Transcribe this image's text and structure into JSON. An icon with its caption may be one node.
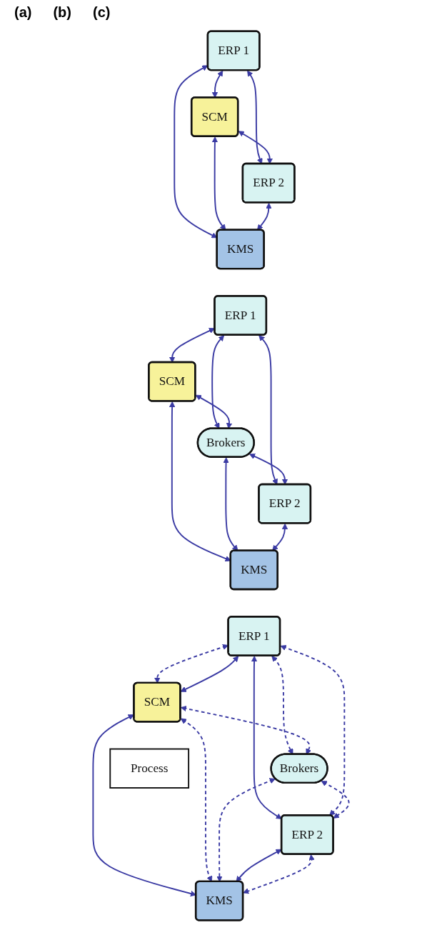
{
  "diagram": {
    "nodes": [
      {
        "text": [
          "ERP 1"
        ]
      },
      {
        "text": [
          "SCM"
        ]
      },
      {
        "text": [
          "ERP 2"
        ]
      },
      {
        "text": [
          "KMS"
        ]
      },
      {
        "text": [
          "ERP 1"
        ]
      },
      {
        "text": [
          "SCM"
        ]
      },
      {
        "text": [
          "Brokers"
        ]
      },
      {
        "text": [
          "ERP 2"
        ]
      },
      {
        "text": [
          "KMS"
        ]
      },
      {
        "text": [
          "ERP 1"
        ]
      },
      {
        "text": [
          "SCM"
        ]
      },
      {
        "text": [
          "Brokers"
        ]
      },
      {
        "text": [
          "ERP 2"
        ]
      },
      {
        "text": [
          "KMS"
        ]
      },
      {
        "text": [
          "Process"
        ]
      }
    ],
    "edges": [
      {
        "from": 0,
        "to": 1,
        "arrow": "both"
      },
      {
        "from": 0,
        "to": 2,
        "arrow": "both"
      },
      {
        "from": 0,
        "to": 3,
        "arrow": "both"
      },
      {
        "from": 1,
        "to": 2,
        "arrow": "both"
      },
      {
        "from": 1,
        "to": 3,
        "arrow": "both"
      },
      {
        "from": 2,
        "to": 3,
        "arrow": "both"
      },
      {
        "from": 4,
        "to": 5,
        "arrow": "both"
      },
      {
        "from": 4,
        "to": 6,
        "arrow": "both"
      },
      {
        "from": 4,
        "to": 7,
        "arrow": "both"
      },
      {
        "from": 5,
        "to": 6,
        "arrow": "both"
      },
      {
        "from": 6,
        "to": 7,
        "arrow": "both"
      },
      {
        "from": 5,
        "to": 8,
        "arrow": "both"
      },
      {
        "from": 6,
        "to": 8,
        "arrow": "both"
      },
      {
        "from": 7,
        "to": 8,
        "arrow": "both"
      },
      {
        "from": 9,
        "to": 10,
        "arrow": "both",
        "style": "dashed"
      },
      {
        "from": 9,
        "to": 10,
        "arrow": "both"
      },
      {
        "from": 9,
        "to": 11,
        "arrow": "both",
        "style": "dashed"
      },
      {
        "from": 9,
        "to": 12,
        "arrow": "both"
      },
      {
        "from": 9,
        "to": 12,
        "arrow": "both",
        "style": "dashed"
      },
      {
        "from": 10,
        "to": 11,
        "arrow": "both",
        "style": "dashed"
      },
      {
        "from": 11,
        "to": 12,
        "arrow": "both",
        "style": "dashed"
      },
      {
        "from": 10,
        "to": 13,
        "arrow": "both"
      },
      {
        "from": 10,
        "to": 13,
        "arrow": "both",
        "style": "dashed"
      },
      {
        "from": 11,
        "to": 13,
        "arrow": "both",
        "style": "dashed"
      },
      {
        "from": 12,
        "to": 13,
        "arrow": "both"
      },
      {
        "from": 12,
        "to": 13,
        "arrow": "both",
        "style": "dashed"
      }
    ],
    "labels": [
      "(a)",
      "(b)",
      "(c)"
    ]
  }
}
